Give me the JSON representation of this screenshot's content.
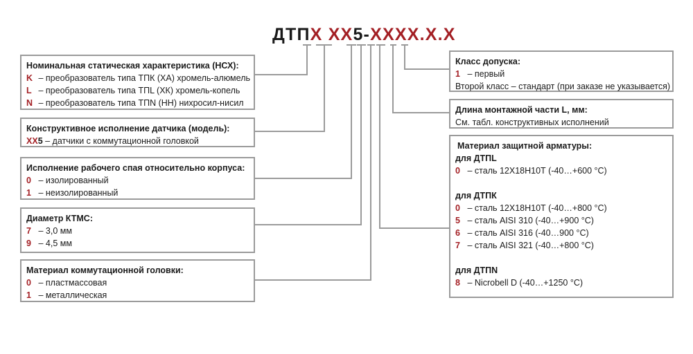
{
  "header": {
    "prefix": "ДТП",
    "seg1": "X",
    "seg2": "XX",
    "seg3": "5",
    "seg4": "-",
    "seg5": "XXXX.X.X"
  },
  "colors": {
    "accent": "#a31f24",
    "border": "#9a9a9a",
    "line": "#9a9a9a"
  },
  "nsx": {
    "title": "Номинальная статическая характеристика (НСХ):",
    "items": [
      {
        "code": "K",
        "text": "– преобразователь типа ТПК (ХА) хромель-алюмель"
      },
      {
        "code": "L",
        "text": "– преобразователь типа ТПL (ХК) хромель-копель"
      },
      {
        "code": "N",
        "text": "– преобразователь типа ТПN (НН) нихросил-нисил"
      }
    ]
  },
  "model": {
    "title": "Конструктивное исполнение датчика (модель):",
    "items": [
      {
        "code_red": "XX",
        "code_dark": "5",
        "text": " – датчики с коммутационной головкой"
      }
    ]
  },
  "junction": {
    "title": "Исполнение рабочего спая относительно корпуса:",
    "items": [
      {
        "code": "0",
        "text": "– изолированный"
      },
      {
        "code": "1",
        "text": "– неизолированный"
      }
    ]
  },
  "diameter": {
    "title": "Диаметр КТМС:",
    "items": [
      {
        "code": "7",
        "text": "– 3,0 мм"
      },
      {
        "code": "9",
        "text": "– 4,5 мм"
      }
    ]
  },
  "head": {
    "title": "Материал коммутационной головки:",
    "items": [
      {
        "code": "0",
        "text": "– пластмассовая"
      },
      {
        "code": "1",
        "text": "– металлическая"
      }
    ]
  },
  "tolerance": {
    "title": "Класс допуска:",
    "items": [
      {
        "code": "1",
        "text": "– первый"
      }
    ],
    "note": "Второй класс – стандарт (при заказе не указывается)"
  },
  "length": {
    "title": "Длина монтажной части L, мм:",
    "note": "См. табл. конструктивных исполнений"
  },
  "armature": {
    "title": "Материал защитной арматуры:",
    "groups": [
      {
        "name": "для ДТПL",
        "items": [
          {
            "code": "0",
            "text": "– сталь 12Х18Н10Т (-40…+600 °С)"
          }
        ]
      },
      {
        "name": "для ДТПК",
        "items": [
          {
            "code": "0",
            "text": "– сталь 12Х18Н10Т (-40…+800 °С)"
          },
          {
            "code": "5",
            "text": "– сталь AISI 310 (-40…+900 °С)"
          },
          {
            "code": "6",
            "text": "– сталь AISI 316 (-40…900 °С)"
          },
          {
            "code": "7",
            "text": "– сталь AISI 321 (-40…+800 °С)"
          }
        ]
      },
      {
        "name": "для ДТПN",
        "items": [
          {
            "code": "8",
            "text": "– Nicrobell D (-40…+1250 °С)"
          }
        ]
      }
    ]
  }
}
